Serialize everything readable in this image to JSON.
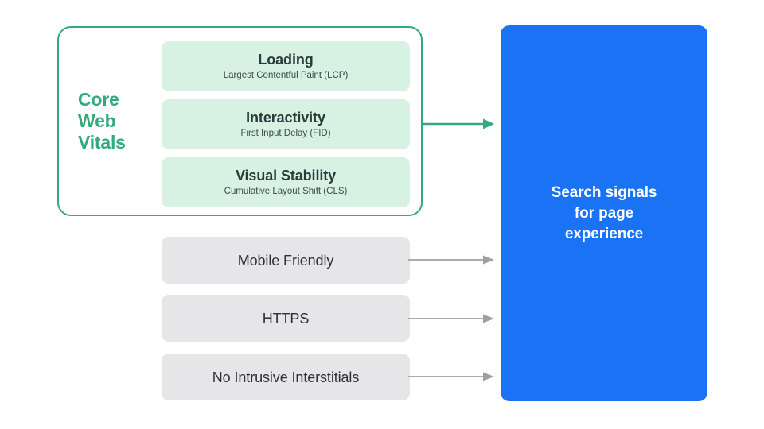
{
  "diagram": {
    "title": "Search signals for page experience",
    "colors": {
      "accent_green": "#34A97B",
      "card_green": "#D7F2E3",
      "card_gray": "#E6E6E8",
      "panel_blue": "#1A73F5",
      "arrow_gray": "#9AA0A6",
      "text_dark": "#2F3033",
      "text_white": "#FFFFFF"
    },
    "core_web_vitals": {
      "group_label": "Core\nWeb\nVitals",
      "group_label_lines": [
        "Core",
        "Web",
        "Vitals"
      ],
      "items": [
        {
          "title": "Loading",
          "subtitle": "Largest Contentful Paint (LCP)"
        },
        {
          "title": "Interactivity",
          "subtitle": "First Input Delay (FID)"
        },
        {
          "title": "Visual Stability",
          "subtitle": "Cumulative Layout Shift (CLS)"
        }
      ]
    },
    "other_signals": [
      {
        "title": "Mobile Friendly"
      },
      {
        "title": "HTTPS"
      },
      {
        "title": "No Intrusive Interstitials"
      }
    ],
    "destination": {
      "label": "Search signals for page experience",
      "label_lines": [
        "Search signals",
        "for page",
        "experience"
      ]
    },
    "arrows": [
      {
        "name": "core-web-vitals-arrow",
        "color": "#34A97B"
      },
      {
        "name": "mobile-friendly-arrow",
        "color": "#9AA0A6"
      },
      {
        "name": "https-arrow",
        "color": "#9AA0A6"
      },
      {
        "name": "no-intrusive-interstitials-arrow",
        "color": "#9AA0A6"
      }
    ]
  }
}
